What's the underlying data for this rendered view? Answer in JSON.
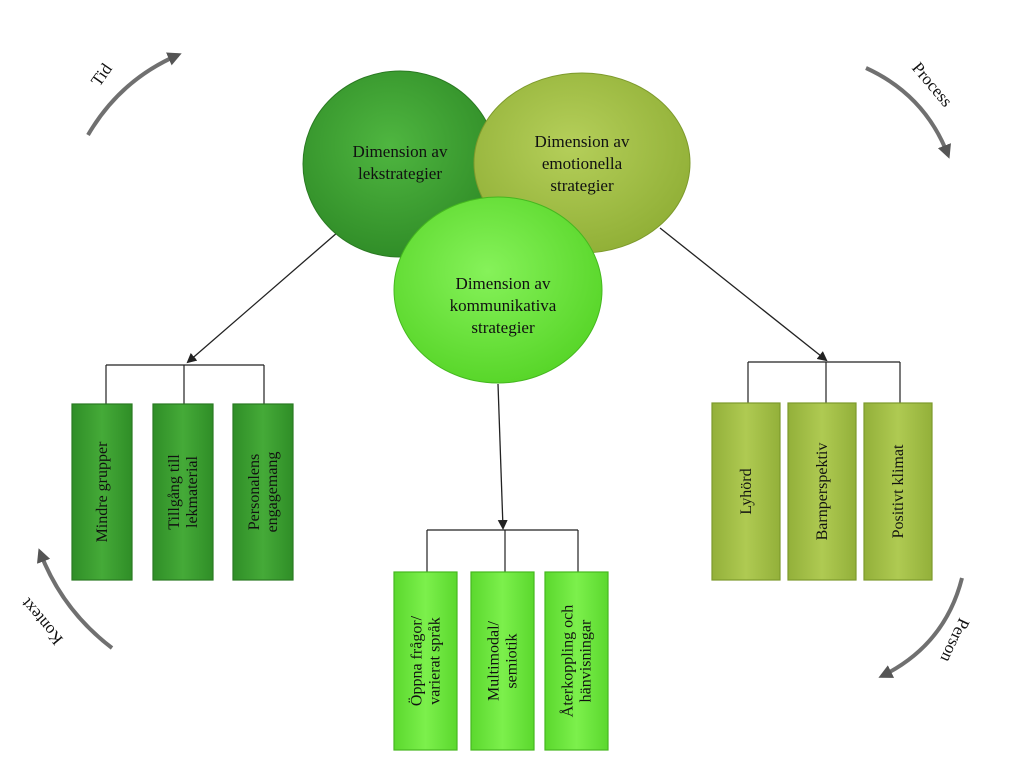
{
  "colors": {
    "dark_green": "#3f9f32",
    "olive_green": "#a6c34a",
    "light_green": "#6fe83c",
    "connector": "#222222",
    "corner_arrow": "#6a6a6a"
  },
  "circles": {
    "lek": {
      "lines": [
        "Dimension av",
        "lekstrategier"
      ]
    },
    "emotion": {
      "lines": [
        "Dimension av",
        "emotionella",
        "strategier"
      ]
    },
    "komm": {
      "lines": [
        "Dimension av",
        "kommunikativa",
        "strategier"
      ]
    }
  },
  "boxes": {
    "left": [
      {
        "lines": [
          "Mindre grupper"
        ]
      },
      {
        "lines": [
          "Tillgång till",
          "lekmaterial"
        ]
      },
      {
        "lines": [
          "Personalens",
          "engagemang"
        ]
      }
    ],
    "middle": [
      {
        "lines": [
          "Öppna frågor/",
          "varierat språk"
        ]
      },
      {
        "lines": [
          "Multimodal/",
          "semiotik"
        ]
      },
      {
        "lines": [
          "Återkoppling och",
          "hänvisningar"
        ]
      }
    ],
    "right": [
      {
        "lines": [
          "Lyhörd"
        ]
      },
      {
        "lines": [
          "Barnperspektiv"
        ]
      },
      {
        "lines": [
          "Positivt klimat"
        ]
      }
    ]
  },
  "corners": {
    "tid": "Tid",
    "process": "Process",
    "kontext": "Kontext",
    "person": "Person"
  }
}
